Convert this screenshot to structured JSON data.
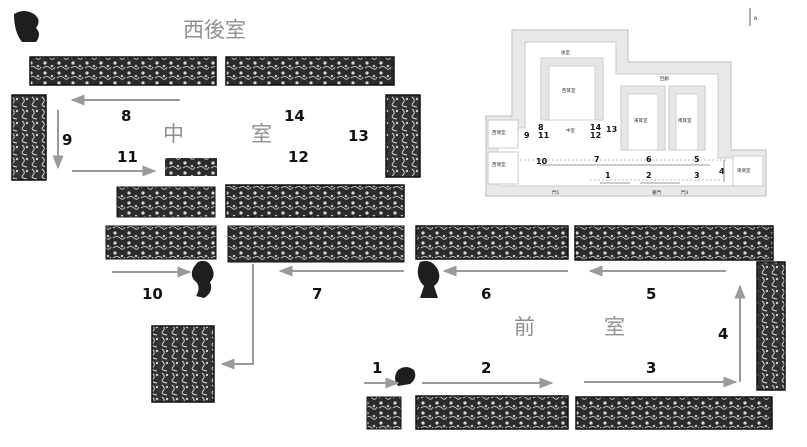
{
  "rooms": {
    "west_rear": "西後室",
    "middle_1": "中",
    "middle_2": "室",
    "front_1": "前",
    "front_2": "室"
  },
  "sequence_numbers": [
    "1",
    "2",
    "3",
    "4",
    "5",
    "6",
    "7",
    "8",
    "9",
    "10",
    "11",
    "12",
    "13",
    "14"
  ],
  "plan": {
    "north_mark": "N",
    "labels": {
      "rear": "後室",
      "west_ear": "西耳室",
      "corridor": "回廊",
      "east_ear": "東耳室",
      "south_ear": "南耳室",
      "mid": "中室",
      "west_side": "西側室",
      "east_side": "東側室",
      "far_west": "西側室",
      "door1": "門1",
      "door2": "墓門",
      "door3": "門3"
    },
    "numbers": [
      "1",
      "2",
      "3",
      "4",
      "5",
      "6",
      "7",
      "8",
      "9",
      "10",
      "11",
      "12",
      "13",
      "14"
    ]
  },
  "colors": {
    "panel": "#2a2a2a",
    "arrow": "#9a9a9a",
    "plan_wall": "#c9c9c9",
    "room_text": "#8f8f8f"
  }
}
